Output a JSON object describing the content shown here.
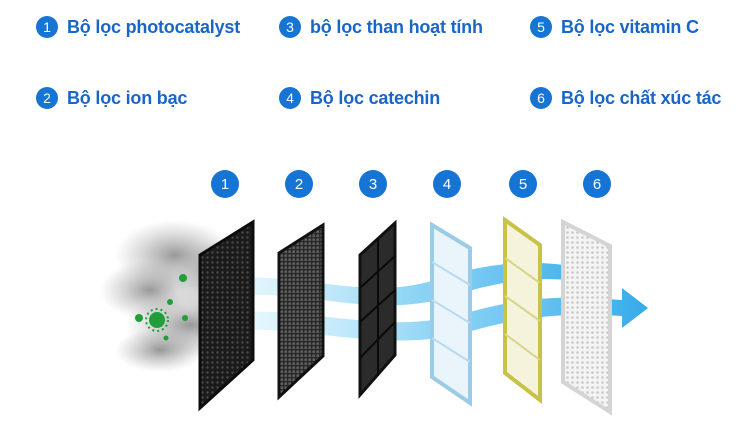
{
  "legend": {
    "items": [
      {
        "number": "1",
        "label": "Bộ lọc photocatalyst"
      },
      {
        "number": "2",
        "label": "Bộ lọc ion bạc"
      },
      {
        "number": "3",
        "label": "bộ lọc than hoạt tính"
      },
      {
        "number": "4",
        "label": "Bộ lọc catechin"
      },
      {
        "number": "5",
        "label": "Bộ lọc vitamin C"
      },
      {
        "number": "6",
        "label": "Bộ lọc chất xúc tác"
      }
    ]
  },
  "stages": [
    "1",
    "2",
    "3",
    "4",
    "5",
    "6"
  ],
  "colors": {
    "accent": "#1574d4",
    "label_text": "#1a66c8",
    "airflow": "#7fd0f5",
    "germs": "#1f9e3a",
    "vitamin_c_frame": "#c8c24a"
  },
  "icons": {
    "badges": "number-circle-icon",
    "pollution": "smoke-cloud-icon",
    "germs": "virus-icon",
    "airflow": "arrow-right-icon"
  }
}
